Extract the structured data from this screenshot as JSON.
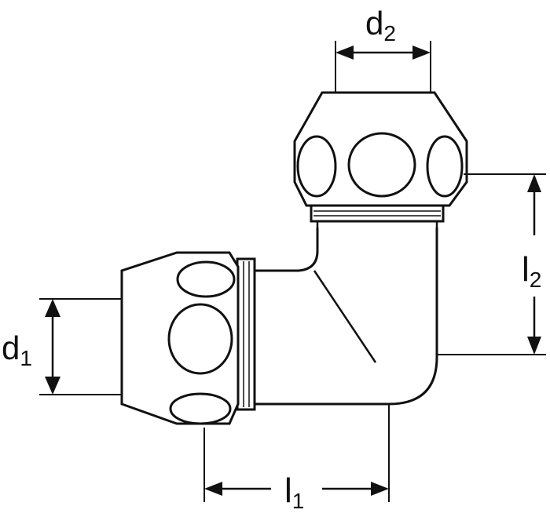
{
  "figure": {
    "kind": "elbow-fitting-technical-drawing",
    "line_color": "#111111",
    "background": "#ffffff"
  },
  "dimensions": {
    "d1": {
      "letter": "d",
      "sub": "1"
    },
    "d2": {
      "letter": "d",
      "sub": "2"
    },
    "l1": {
      "letter": "l",
      "sub": "1"
    },
    "l2": {
      "letter": "l",
      "sub": "2"
    }
  }
}
